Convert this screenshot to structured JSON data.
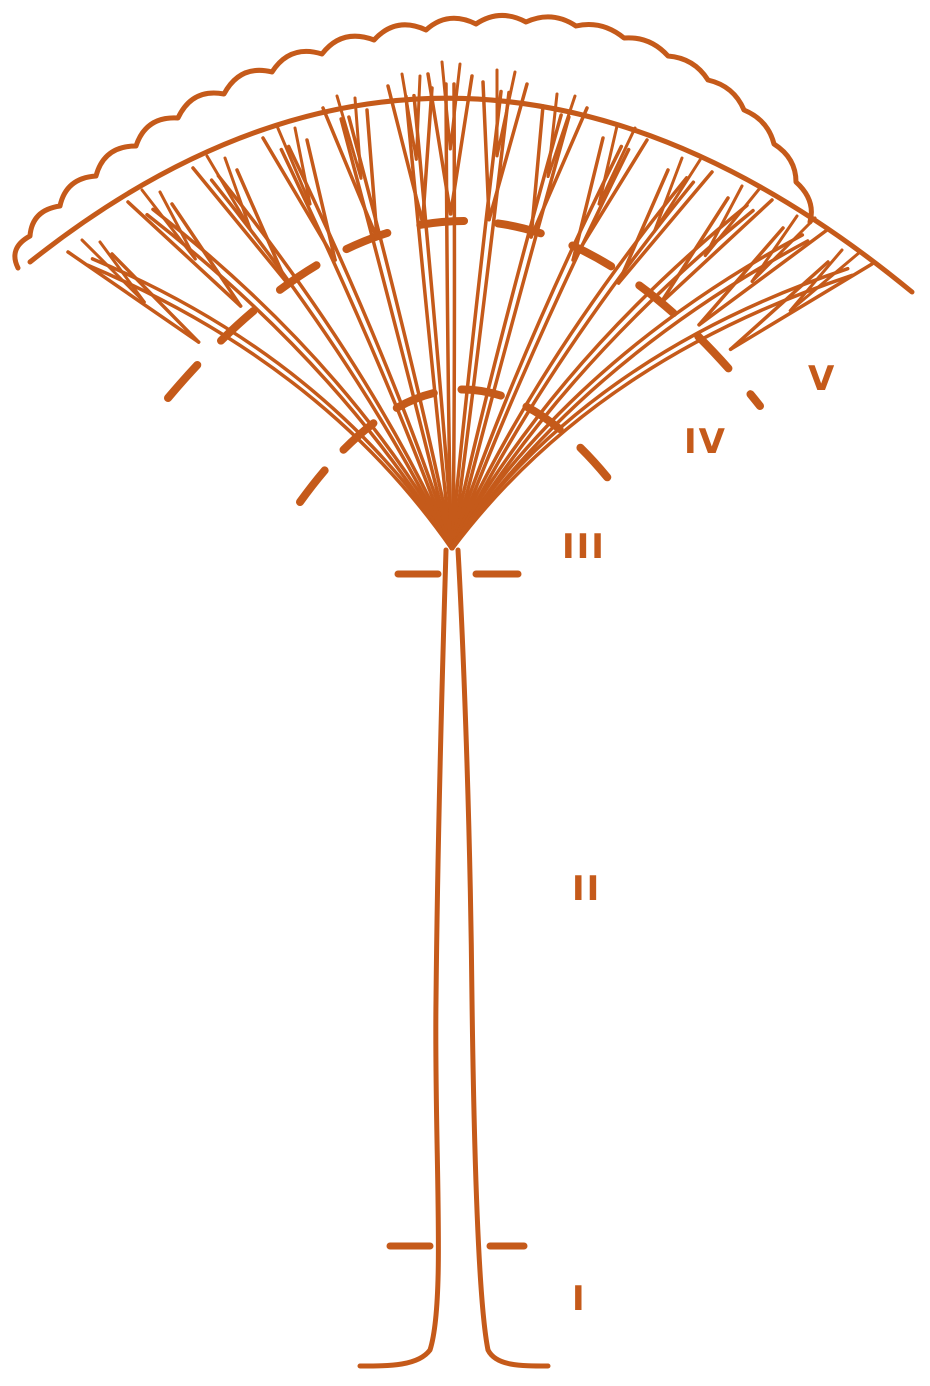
{
  "colors": {
    "ink": "#c55a1a",
    "background": "#ffffff"
  },
  "labels": {
    "zone_5": "V",
    "zone_4": "IV",
    "zone_3": "III",
    "zone_2": "II",
    "zone_1": "I"
  }
}
